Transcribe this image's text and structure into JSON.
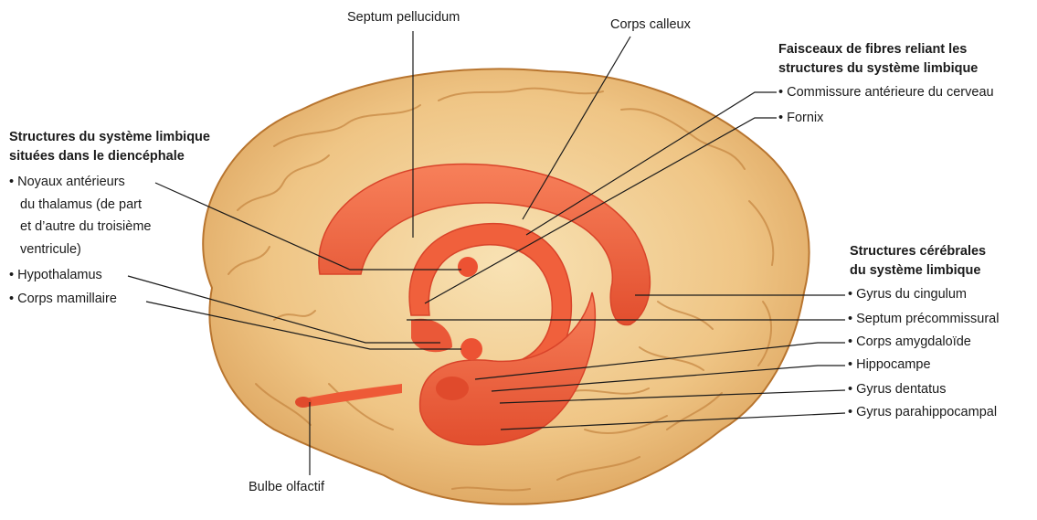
{
  "colors": {
    "cortex_light": "#f6d9a3",
    "cortex_mid": "#e9b06a",
    "cortex_dark": "#b8752f",
    "limbic": "#f26a45",
    "limbic_dark": "#d9442a",
    "leader_line": "#1a1a1a"
  },
  "labels": {
    "septum_pellucidum": "Septum pellucidum",
    "corps_calleux": "Corps calleux",
    "bulbe_olfactif": "Bulbe olfactif"
  },
  "fibres_group": {
    "title_line1": "Faisceaux de fibres reliant les",
    "title_line2": "structures du système limbique",
    "items": [
      "Commissure antérieure du cerveau",
      "Fornix"
    ]
  },
  "diencephale_group": {
    "title_line1": "Structures du système limbique",
    "title_line2": "situées dans le diencéphale",
    "item1_line1": "Noyaux antérieurs",
    "item1_line2": "du thalamus (de part",
    "item1_line3": "et d’autre du troisième",
    "item1_line4": "ventricule)",
    "item2": "Hypothalamus",
    "item3": "Corps mamillaire"
  },
  "cerebral_group": {
    "title_line1": "Structures cérébrales",
    "title_line2": "du système limbique",
    "items": [
      "Gyrus du cingulum",
      "Septum précommissural",
      "Corps amygdaloïde",
      "Hippocampe",
      "Gyrus dentatus",
      "Gyrus parahippocampal"
    ]
  }
}
